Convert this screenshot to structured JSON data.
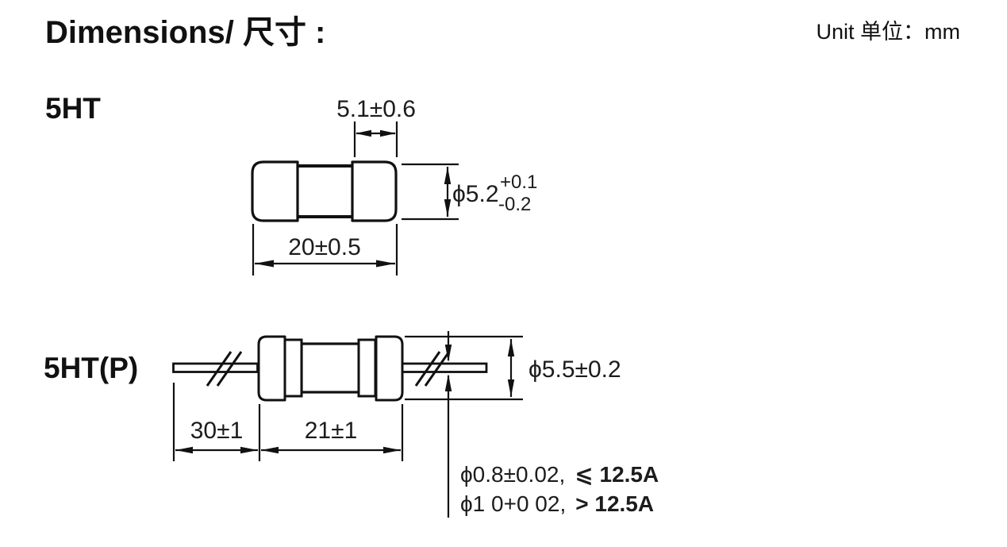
{
  "header": {
    "title": "Dimensions/ 尺寸 :",
    "unit_label": "Unit 单位：mm"
  },
  "fuse_5ht": {
    "label": "5HT",
    "cap_width_dim": "5.1±0.6",
    "length_dim": "20±0.5",
    "diameter_dim": "ϕ5.2",
    "diameter_tol_plus": "+0.1",
    "diameter_tol_minus": "-0.2"
  },
  "fuse_5htp": {
    "label": "5HT(P)",
    "lead_length_dim": "30±1",
    "body_length_dim": "21±1",
    "diameter_dim": "ϕ5.5±0.2",
    "lead_note1_spec": "ϕ0.8±0.02,",
    "lead_note1_cond": "⩽ 12.5A",
    "lead_note2_spec": "ϕ1 0+0 02,",
    "lead_note2_cond": "> 12.5A"
  }
}
